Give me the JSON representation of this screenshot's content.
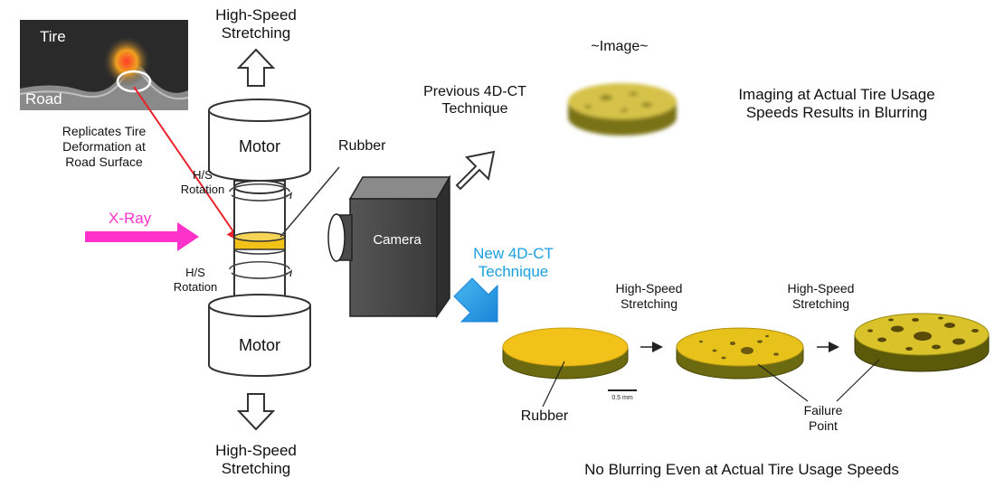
{
  "inset": {
    "tire_label": "Tire",
    "road_label": "Road",
    "caption_lines": [
      "Replicates Tire",
      "Deformation at",
      "Road Surface"
    ]
  },
  "rig": {
    "top_stretch_lines": [
      "High-Speed",
      "Stretching"
    ],
    "bottom_stretch_lines": [
      "High-Speed",
      "Stretching"
    ],
    "top_motor": "Motor",
    "bottom_motor": "Motor",
    "upper_rotation_lines": [
      "H/S",
      "Rotation"
    ],
    "lower_rotation_lines": [
      "H/S",
      "Rotation"
    ],
    "xray_label": "X-Ray",
    "rubber_label": "Rubber",
    "camera_label": "Camera"
  },
  "previous": {
    "heading": "~Image~",
    "technique_lines": [
      "Previous 4D-CT",
      "Technique"
    ],
    "result_lines": [
      "Imaging at Actual Tire Usage",
      "Speeds Results in Blurring"
    ]
  },
  "new": {
    "technique_lines": [
      "New 4D-CT",
      "Technique"
    ],
    "stretch1_lines": [
      "High-Speed",
      "Stretching"
    ],
    "stretch2_lines": [
      "High-Speed",
      "Stretching"
    ],
    "rubber_label": "Rubber",
    "scale_label": "0.5 mm",
    "failure_lines": [
      "Failure",
      "Point"
    ],
    "result": "No Blurring Even at Actual Tire Usage Speeds"
  },
  "colors": {
    "xray": "#ff33cc",
    "new_technique": "#1a9fe0",
    "rubber_yellow": "#f2c21a",
    "sample_side": "#6b6a10",
    "pointer_red": "#e8232b"
  }
}
